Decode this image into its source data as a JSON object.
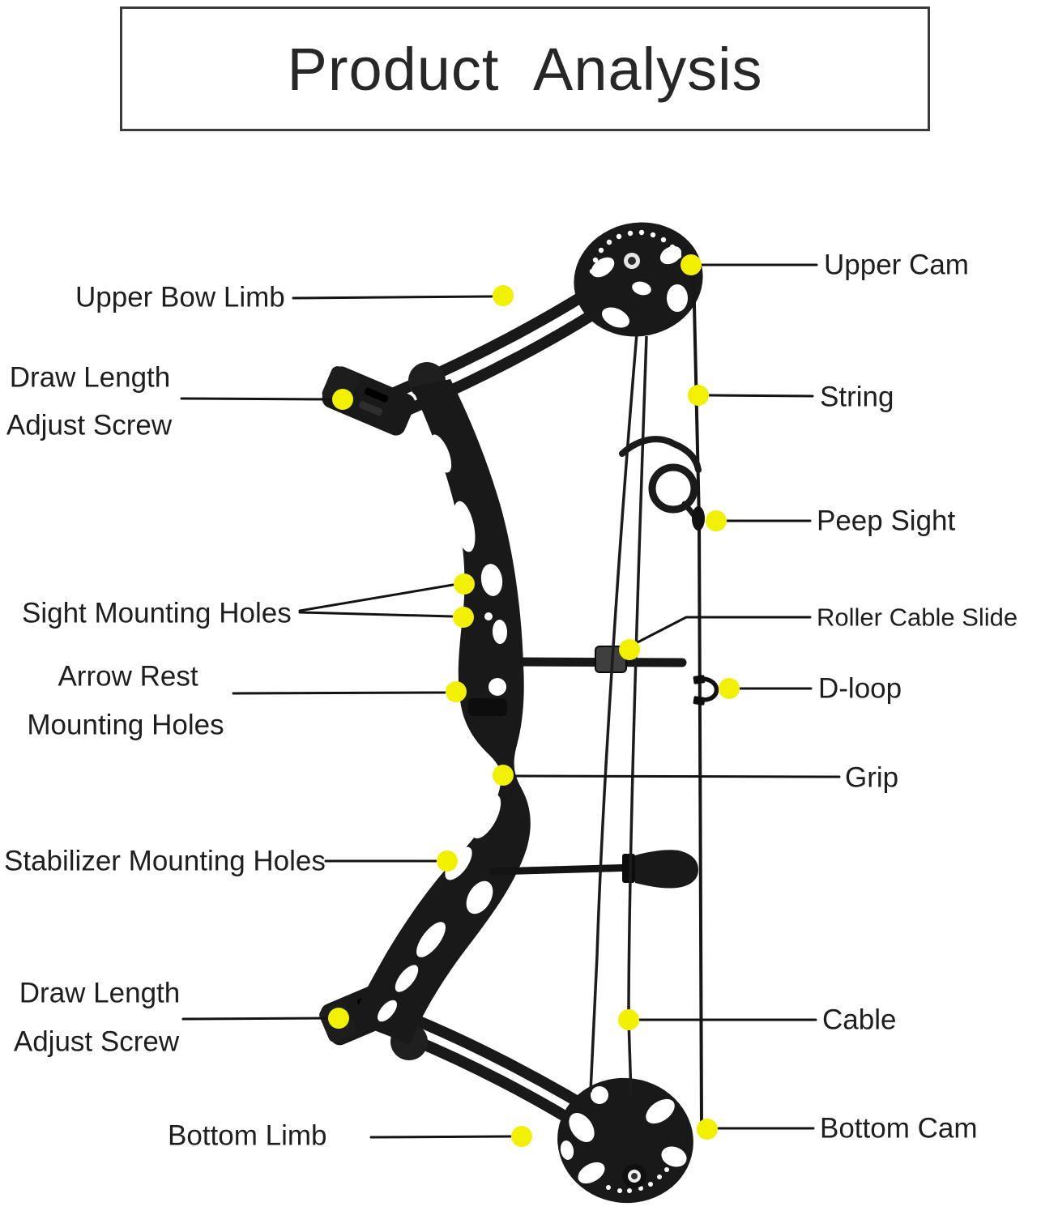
{
  "title": "Product Analysis",
  "callouts": {
    "upper_bow_limb": {
      "label": "Upper Bow Limb"
    },
    "draw_length_adjust_screw_top": {
      "line1": "Draw Length",
      "line2": "Adjust Screw"
    },
    "sight_mounting_holes": {
      "label": "Sight Mounting Holes"
    },
    "arrow_rest_mounting_holes": {
      "line1": "Arrow Rest",
      "line2": "Mounting Holes"
    },
    "stabilizer_mounting_holes": {
      "label": "Stabilizer Mounting Holes"
    },
    "draw_length_adjust_screw_bottom": {
      "line1": "Draw Length",
      "line2": "Adjust Screw"
    },
    "bottom_limb": {
      "label": "Bottom Limb"
    },
    "upper_cam": {
      "label": "Upper Cam"
    },
    "string": {
      "label": "String"
    },
    "peep_sight": {
      "label": "Peep Sight"
    },
    "roller_cable_slide": {
      "label": "Roller Cable Slide"
    },
    "d_loop": {
      "label": "D-loop"
    },
    "grip": {
      "label": "Grip"
    },
    "cable": {
      "label": "Cable"
    },
    "bottom_cam": {
      "label": "Bottom Cam"
    }
  },
  "colors": {
    "marker": "#f0f000",
    "callout_line": "#131313",
    "text": "#1e1e1e",
    "bow": "#191919",
    "border": "#3c3c3c",
    "background": "#ffffff"
  }
}
